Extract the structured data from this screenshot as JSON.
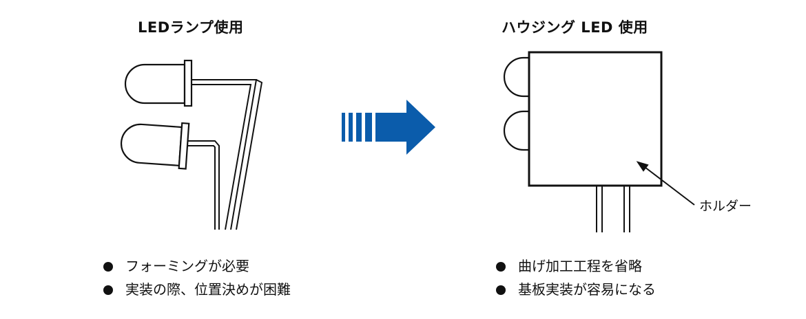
{
  "left_panel": {
    "title": "LEDランプ使用",
    "bullets": [
      "フォーミングが必要",
      "実装の際、位置決めが困難"
    ]
  },
  "right_panel": {
    "title": "ハウジング LED 使用",
    "holder_label": "ホルダー",
    "bullets": [
      "曲げ加工工程を省略",
      "基板実装が容易になる"
    ]
  },
  "colors": {
    "arrow": "#0b5cab",
    "line": "#111111",
    "background": "#ffffff"
  },
  "icons": {
    "bullet": "filled-circle",
    "arrow": "striped-right-arrow"
  }
}
